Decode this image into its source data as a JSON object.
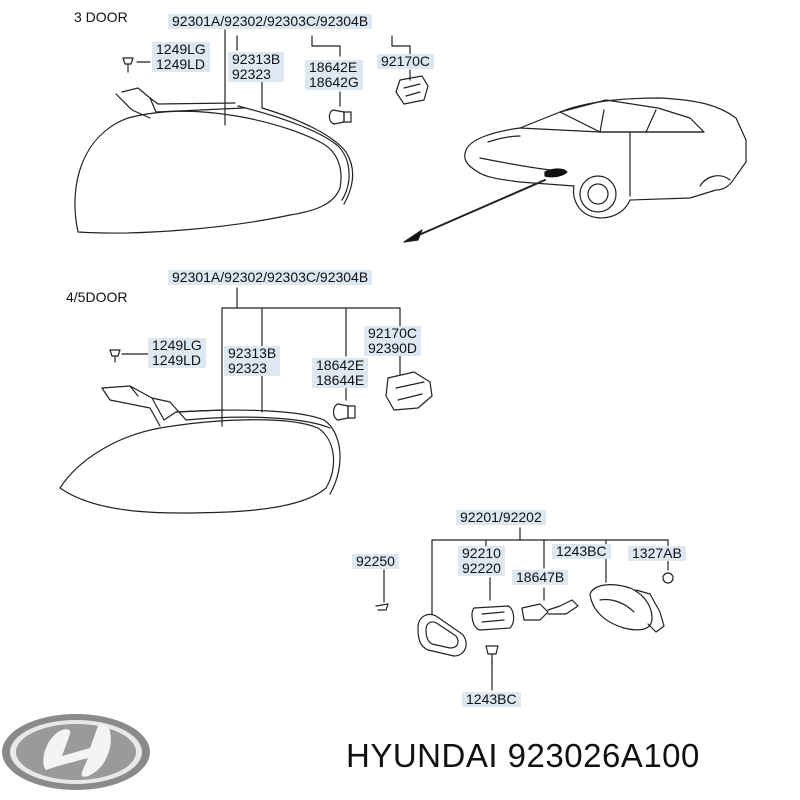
{
  "sections": {
    "three_door": "3 DOOR",
    "four_five_door": "4/5DOOR"
  },
  "top": {
    "main_part": "92301A/92302/92303C/92304B",
    "screw": [
      "1249LG",
      "1249LD"
    ],
    "housing": [
      "92313B",
      "92323"
    ],
    "bulb": [
      "18642E",
      "18642G"
    ],
    "socket": [
      "92170C"
    ]
  },
  "middle": {
    "main_part": "92301A/92302/92303C/92304B",
    "screw": [
      "1249LG",
      "1249LD"
    ],
    "housing": [
      "92313B",
      "92323"
    ],
    "bulb": [
      "18642E",
      "18644E"
    ],
    "socket": [
      "92170C",
      "92390D"
    ]
  },
  "bottom": {
    "main_part": "92201/92202",
    "clip": "92250",
    "lens": [
      "92210",
      "92220"
    ],
    "screw_top": "1243BC",
    "grommet": "1327AB",
    "bulb": "18647B",
    "screw_bottom": "1243BC"
  },
  "brand": {
    "title": "HYUNDAI 923026A100"
  },
  "colors": {
    "label_bg": "#dde8f3",
    "line": "#222222"
  }
}
